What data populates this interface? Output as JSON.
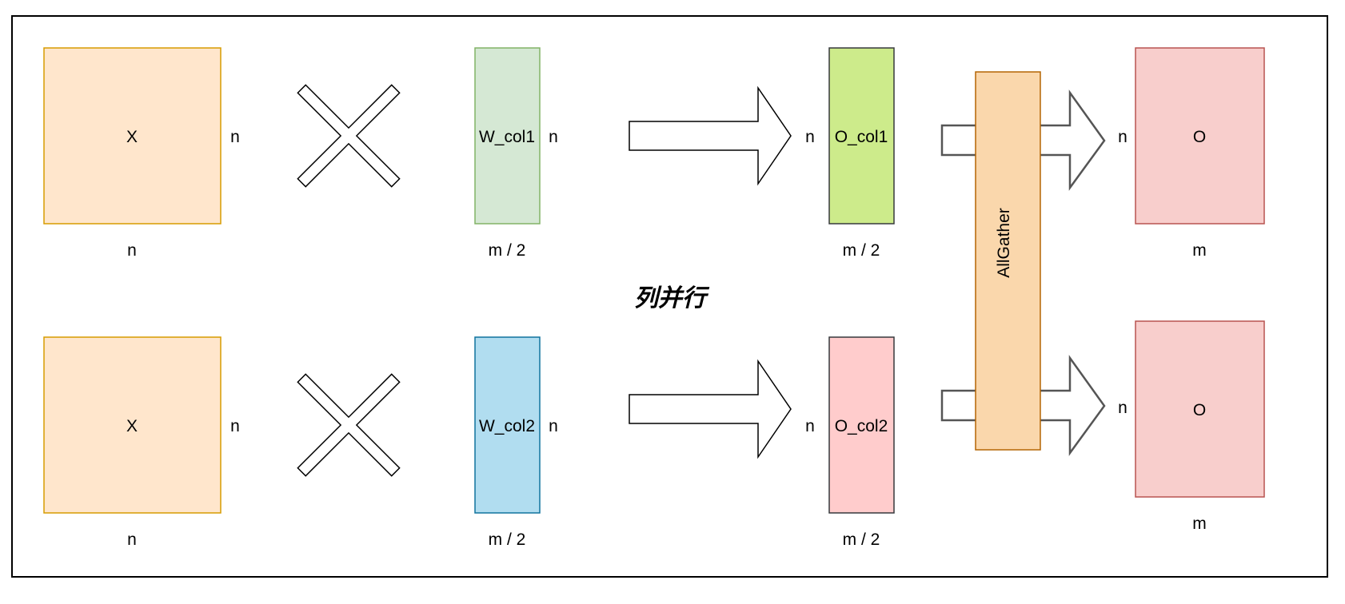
{
  "title": "列并行",
  "colors": {
    "x_fill": "#ffe6cc",
    "x_stroke": "#d79b00",
    "wcol1_fill": "#d5e8d4",
    "wcol1_stroke": "#82b366",
    "wcol2_fill": "#b1ddf0",
    "wcol2_stroke": "#10739e",
    "ocol1_fill": "#cdeb8b",
    "ocol1_stroke": "#36393d",
    "ocol2_fill": "#ffcccc",
    "ocol2_stroke": "#36393d",
    "allgather_fill": "#fad7ac",
    "allgather_stroke": "#b46504",
    "o_fill": "#f8cecc",
    "o_stroke": "#b85450"
  },
  "rows": [
    {
      "x": {
        "label": "X",
        "side": "n",
        "bottom": "n"
      },
      "w": {
        "label": "W_col1",
        "side": "n",
        "bottom": "m / 2"
      },
      "o_part": {
        "label": "O_col1",
        "side": "n",
        "bottom": "m / 2"
      },
      "o": {
        "label": "O",
        "side": "n",
        "bottom": "m"
      }
    },
    {
      "x": {
        "label": "X",
        "side": "n",
        "bottom": "n"
      },
      "w": {
        "label": "W_col2",
        "side": "n",
        "bottom": "m / 2"
      },
      "o_part": {
        "label": "O_col2",
        "side": "n",
        "bottom": "m / 2"
      },
      "o": {
        "label": "O",
        "side": "n",
        "bottom": "m"
      }
    }
  ],
  "allgather": {
    "label": "AllGather"
  },
  "icons": {
    "multiply": "multiply-cross-icon",
    "arrow": "right-block-arrow-icon"
  }
}
